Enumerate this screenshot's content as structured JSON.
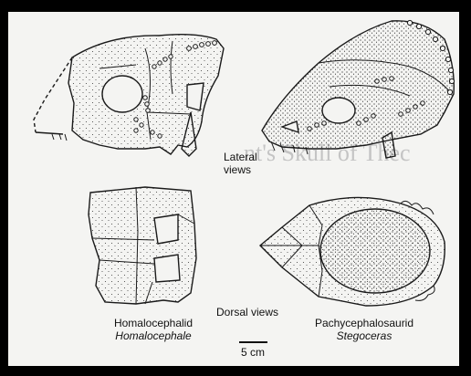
{
  "labels": {
    "lateral_line1": "Lateral",
    "lateral_line2": "views",
    "dorsal": "Dorsal views",
    "left_group": "Homalocephalid",
    "left_genus": "Homalocephale",
    "right_group": "Pachycephalosaurid",
    "right_genus": "Stegoceras",
    "scale": "5 cm"
  },
  "colors": {
    "background": "#000000",
    "paper": "#f4f4f2",
    "ink": "#1a1a1a",
    "bleed_text": "#bdbdbd"
  }
}
